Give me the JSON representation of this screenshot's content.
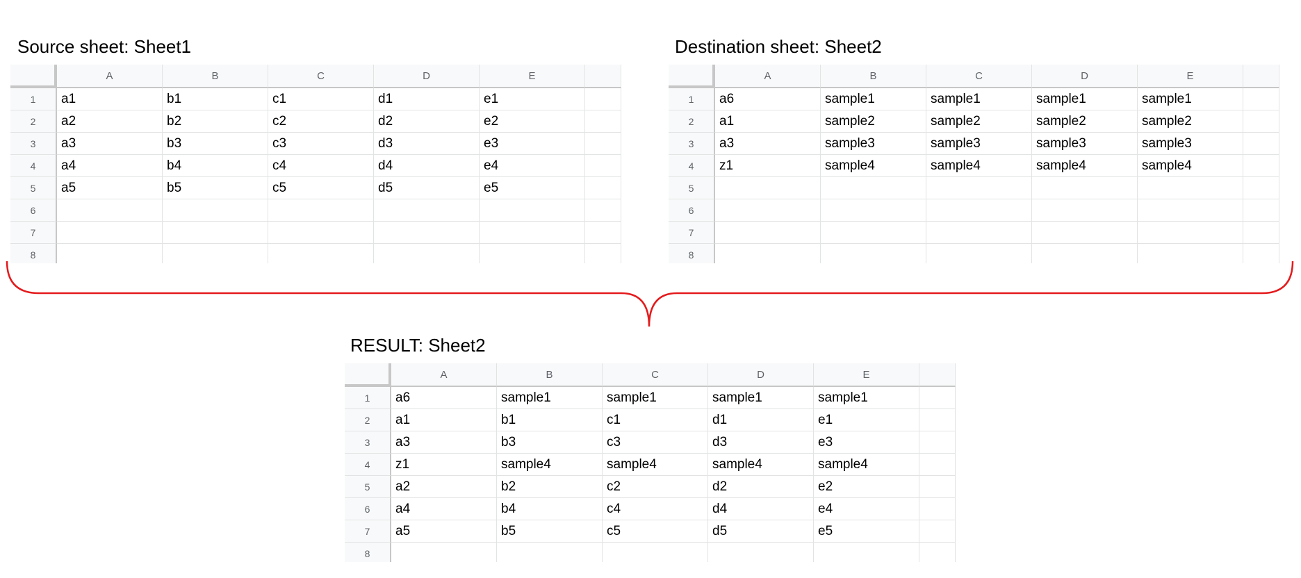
{
  "captions": {
    "source": "Source sheet: Sheet1",
    "destination": "Destination sheet: Sheet2",
    "result": "RESULT: Sheet2"
  },
  "column_headers": [
    "A",
    "B",
    "C",
    "D",
    "E"
  ],
  "row_numbers": [
    "1",
    "2",
    "3",
    "4",
    "5",
    "6",
    "7",
    "8"
  ],
  "source_rows": [
    [
      "a1",
      "b1",
      "c1",
      "d1",
      "e1"
    ],
    [
      "a2",
      "b2",
      "c2",
      "d2",
      "e2"
    ],
    [
      "a3",
      "b3",
      "c3",
      "d3",
      "e3"
    ],
    [
      "a4",
      "b4",
      "c4",
      "d4",
      "e4"
    ],
    [
      "a5",
      "b5",
      "c5",
      "d5",
      "e5"
    ],
    [
      "",
      "",
      "",
      "",
      ""
    ],
    [
      "",
      "",
      "",
      "",
      ""
    ],
    [
      "",
      "",
      "",
      "",
      ""
    ]
  ],
  "destination_rows": [
    [
      "a6",
      "sample1",
      "sample1",
      "sample1",
      "sample1"
    ],
    [
      "a1",
      "sample2",
      "sample2",
      "sample2",
      "sample2"
    ],
    [
      "a3",
      "sample3",
      "sample3",
      "sample3",
      "sample3"
    ],
    [
      "z1",
      "sample4",
      "sample4",
      "sample4",
      "sample4"
    ],
    [
      "",
      "",
      "",
      "",
      ""
    ],
    [
      "",
      "",
      "",
      "",
      ""
    ],
    [
      "",
      "",
      "",
      "",
      ""
    ],
    [
      "",
      "",
      "",
      "",
      ""
    ]
  ],
  "result_rows": [
    [
      "a6",
      "sample1",
      "sample1",
      "sample1",
      "sample1"
    ],
    [
      "a1",
      "b1",
      "c1",
      "d1",
      "e1"
    ],
    [
      "a3",
      "b3",
      "c3",
      "d3",
      "e3"
    ],
    [
      "z1",
      "sample4",
      "sample4",
      "sample4",
      "sample4"
    ],
    [
      "a2",
      "b2",
      "c2",
      "d2",
      "e2"
    ],
    [
      "a4",
      "b4",
      "c4",
      "d4",
      "e4"
    ],
    [
      "a5",
      "b5",
      "c5",
      "d5",
      "e5"
    ],
    [
      "",
      "",
      "",
      "",
      ""
    ]
  ],
  "colors": {
    "brace": "#e41a1c",
    "header_bg": "#f8f9fa",
    "grid_line": "#e2e3e3"
  }
}
